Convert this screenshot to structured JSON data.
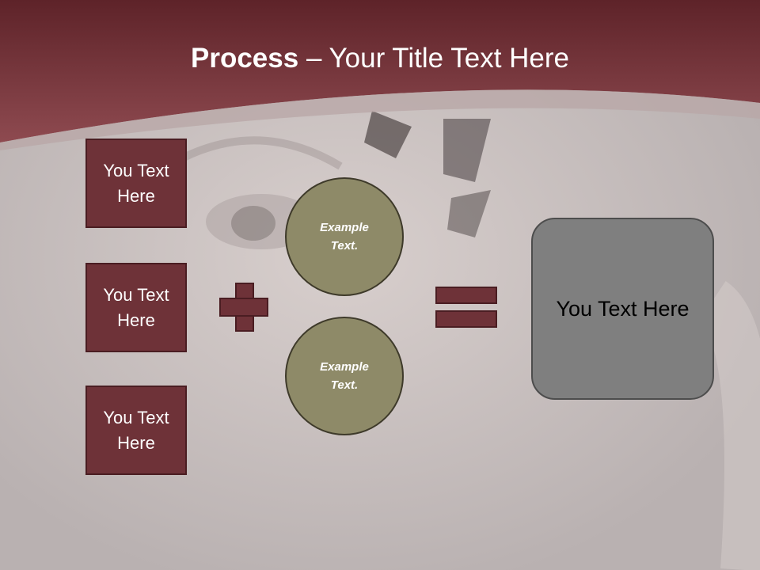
{
  "title": {
    "bold": "Process",
    "rest": " – Your Title Text Here"
  },
  "left_boxes": [
    {
      "label": "You Text Here"
    },
    {
      "label": "You Text Here"
    },
    {
      "label": "You Text Here"
    }
  ],
  "circles": [
    {
      "label": "Example Text."
    },
    {
      "label": "Example Text."
    }
  ],
  "operators": {
    "plus": "plus-icon",
    "equals": "equals-icon"
  },
  "result": {
    "label": "You Text Here"
  },
  "colors": {
    "header": "#7a3138",
    "box_fill": "#6e3238",
    "circle_fill": "#8e8a68",
    "result_fill": "#7f7f7f",
    "background": "#c7c0c0"
  }
}
